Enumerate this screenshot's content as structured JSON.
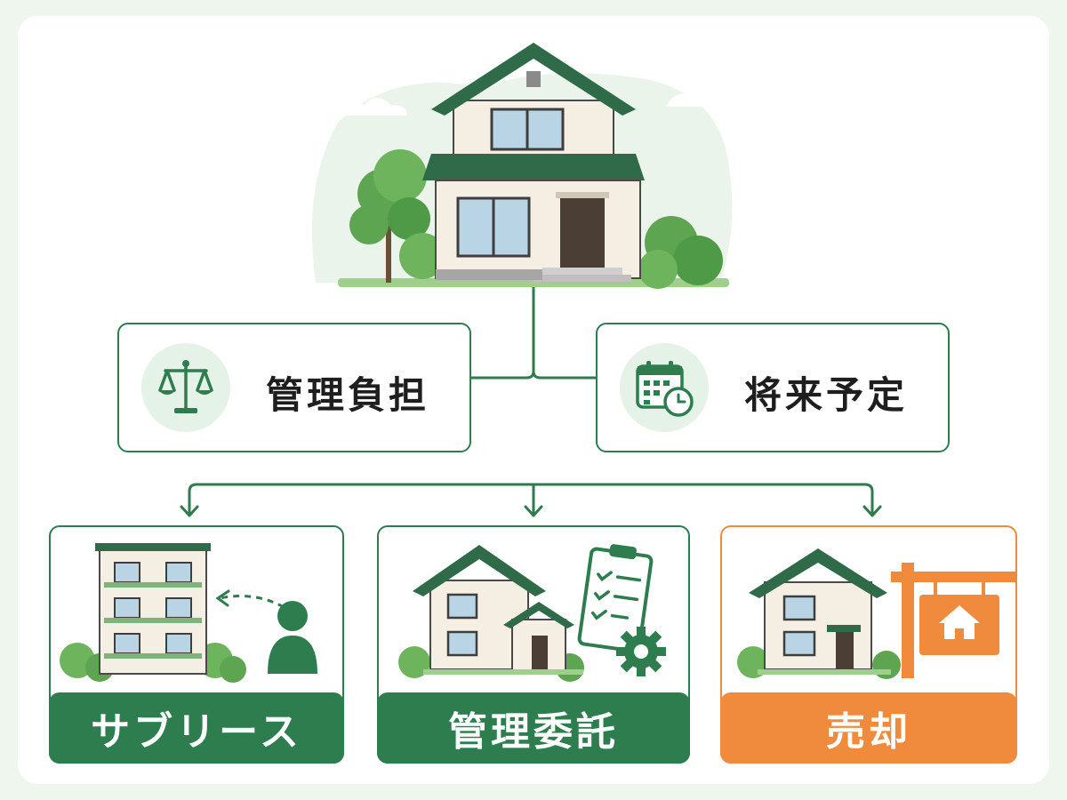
{
  "factors": [
    {
      "label": "管理負担",
      "icon": "scales-icon"
    },
    {
      "label": "将来予定",
      "icon": "calendar-clock-icon"
    }
  ],
  "options": [
    {
      "label": "サブリース",
      "color": "#2e7d4f"
    },
    {
      "label": "管理委託",
      "color": "#2e7d4f"
    },
    {
      "label": "売却",
      "color": "#f08a3c"
    }
  ],
  "colors": {
    "primary_green": "#2e7d4f",
    "light_green": "#e5f2e7",
    "accent_orange": "#f08a3c",
    "roof_green": "#2f6b48"
  }
}
